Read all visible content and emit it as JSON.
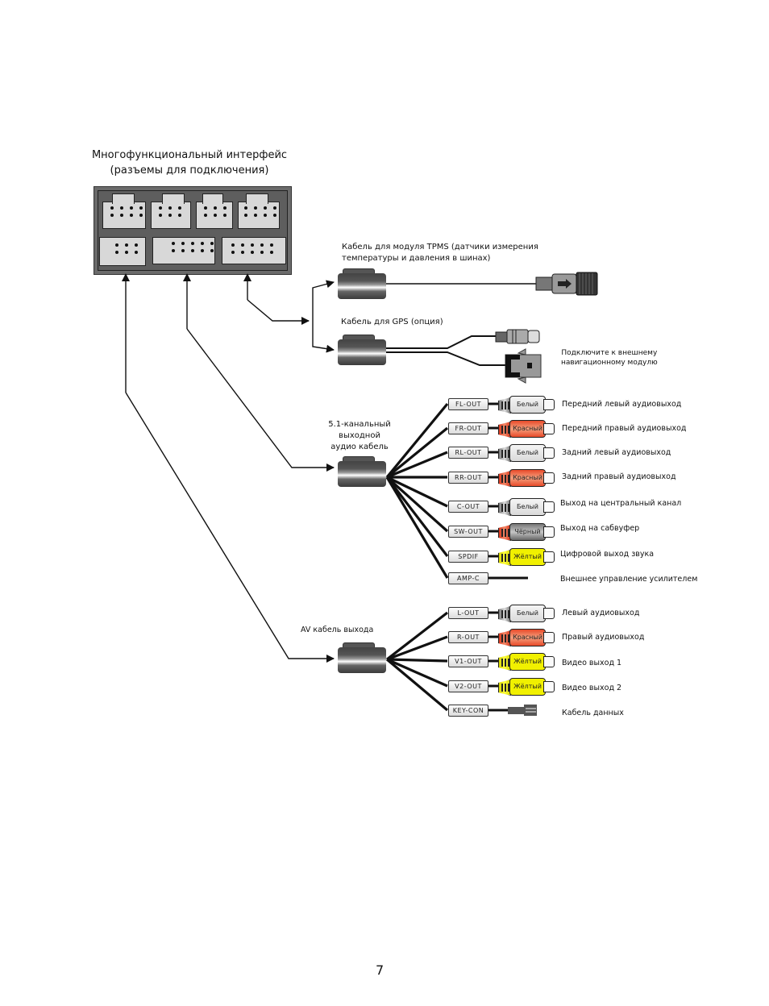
{
  "header": {
    "title_line1": "Многофункциональный интерфейс",
    "title_line2": "(разъемы для подключения)"
  },
  "cables": {
    "tpms": {
      "label_line1": "Кабель для модуля TPMS (датчики измерения",
      "label_line2": "температуры и давления в шинах)"
    },
    "gps": {
      "label": "Кабель для GPS (опция)",
      "note_line1": "Подключите к внешнему",
      "note_line2": "навигационному модулю"
    },
    "audio51": {
      "label_line1": "5.1-канальный",
      "label_line2": "выходной",
      "label_line3": "аудио кабель",
      "outputs": [
        {
          "tag": "FL-OUT",
          "color_name": "Белый",
          "description": "Передний левый аудиовыход",
          "color": "white"
        },
        {
          "tag": "FR-OUT",
          "color_name": "Красный",
          "description": "Передний правый аудиовыход",
          "color": "red"
        },
        {
          "tag": "RL-OUT",
          "color_name": "Белый",
          "description": "Задний левый аудиовыход",
          "color": "white"
        },
        {
          "tag": "RR-OUT",
          "color_name": "Красный",
          "description": "Задний правый аудиовыход",
          "color": "red"
        },
        {
          "tag": "C-OUT",
          "color_name": "Белый",
          "description": "Выход на центральный канал",
          "color": "white"
        },
        {
          "tag": "SW-OUT",
          "color_name": "Чёрный",
          "description": "Выход на сабвуфер",
          "color": "black"
        },
        {
          "tag": "SPDIF",
          "color_name": "Жёлтый",
          "description": "Цифровой выход звука",
          "color": "yellow"
        },
        {
          "tag": "AMP-C",
          "color_name": "",
          "description": "Внешнее управление усилителем",
          "color": "wire"
        }
      ]
    },
    "av": {
      "label": "AV кабель выхода",
      "outputs": [
        {
          "tag": "L-OUT",
          "color_name": "Белый",
          "description": "Левый  аудиовыход",
          "color": "white"
        },
        {
          "tag": "R-OUT",
          "color_name": "Красный",
          "description": "Правый  аудиовыход",
          "color": "red"
        },
        {
          "tag": "V1-OUT",
          "color_name": "Жёлтый",
          "description": "Видео выход 1",
          "color": "yellow"
        },
        {
          "tag": "V2-OUT",
          "color_name": "Жёлтый",
          "description": "Видео выход 2",
          "color": "yellow"
        },
        {
          "tag": "KEY-CON",
          "color_name": "",
          "description": "Кабель данных",
          "color": "connector"
        }
      ]
    }
  },
  "footer": {
    "page_number": "7"
  }
}
